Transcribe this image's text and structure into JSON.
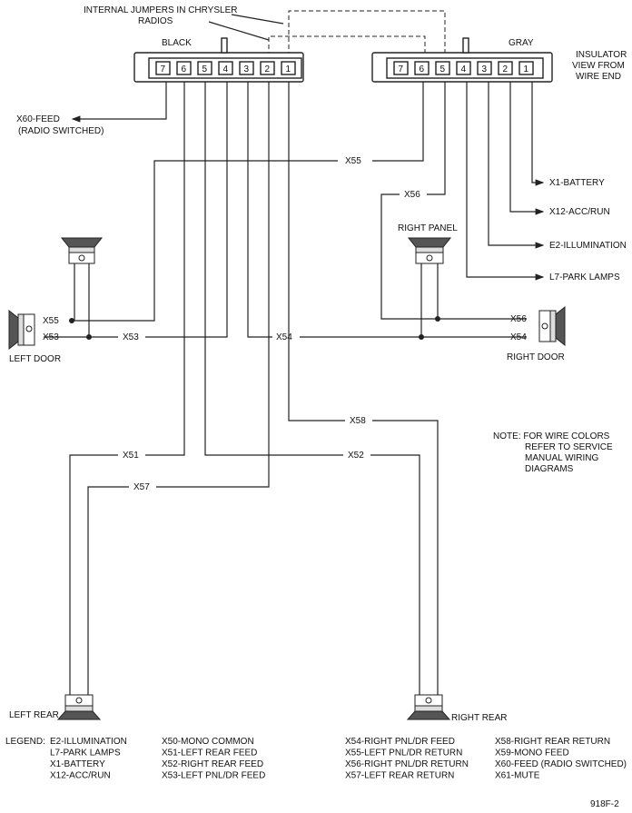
{
  "header": {
    "jumpers_line1": "INTERNAL JUMPERS IN CHRYSLER",
    "jumpers_line2": "RADIOS",
    "black_connector": "BLACK",
    "gray_connector": "GRAY",
    "insulator_line1": "INSULATOR",
    "insulator_line2": "VIEW FROM",
    "insulator_line3": "WIRE END"
  },
  "pins": {
    "black": [
      "7",
      "6",
      "5",
      "4",
      "3",
      "2",
      "1"
    ],
    "gray": [
      "7",
      "6",
      "5",
      "4",
      "3",
      "2",
      "1"
    ]
  },
  "feeds": {
    "x60_line1": "X60-FEED",
    "x60_line2": "(RADIO SWITCHED)",
    "x1": "X1-BATTERY",
    "x12": "X12-ACC/RUN",
    "e2": "E2-ILLUMINATION",
    "l7": "L7-PARK LAMPS"
  },
  "wires": {
    "x55": "X55",
    "x56": "X56",
    "x53": "X53",
    "x54": "X54",
    "x58": "X58",
    "x51": "X51",
    "x52": "X52",
    "x57": "X57"
  },
  "speakers": {
    "left_door": "LEFT DOOR",
    "right_door": "RIGHT DOOR",
    "right_panel": "RIGHT PANEL",
    "left_rear": "LEFT REAR",
    "right_rear": "RIGHT REAR"
  },
  "note": {
    "line1": "NOTE: FOR WIRE COLORS",
    "line2": "REFER TO SERVICE",
    "line3": "MANUAL WIRING",
    "line4": "DIAGRAMS"
  },
  "legend": {
    "title": "LEGEND:",
    "col1": [
      "E2-ILLUMINATION",
      "L7-PARK LAMPS",
      "X1-BATTERY",
      "X12-ACC/RUN"
    ],
    "col2": [
      "X50-MONO COMMON",
      "X51-LEFT REAR FEED",
      "X52-RIGHT REAR FEED",
      "X53-LEFT PNL/DR FEED"
    ],
    "col3": [
      "X54-RIGHT PNL/DR FEED",
      "X55-LEFT PNL/DR RETURN",
      "X56-RIGHT PNL/DR RETURN",
      "X57-LEFT REAR RETURN"
    ],
    "col4": [
      "X58-RIGHT REAR RETURN",
      "X59-MONO FEED",
      "X60-FEED (RADIO SWITCHED)",
      "X61-MUTE"
    ]
  },
  "figure_id": "918F-2"
}
